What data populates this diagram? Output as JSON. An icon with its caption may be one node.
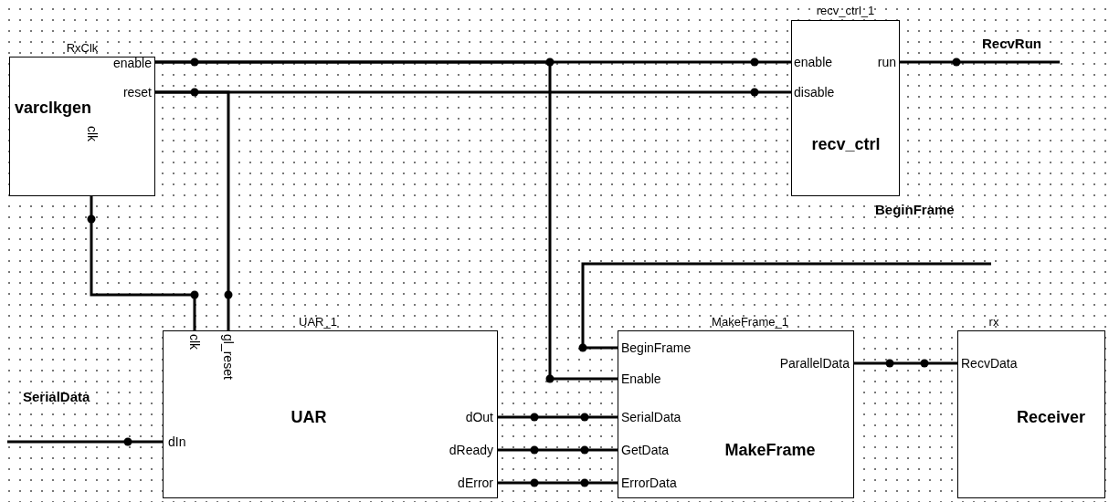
{
  "diagram": {
    "nodes": [
      {
        "text": [
          "RxClk",
          "enable",
          "reset",
          "varclkgen",
          "clk"
        ]
      },
      {
        "text": [
          "recv_ctrl_1",
          "enable",
          "disable",
          "run",
          "recv_ctrl"
        ]
      },
      {
        "text": [
          "RecvRun"
        ]
      },
      {
        "text": [
          "BeginFrame"
        ]
      },
      {
        "text": [
          "UAR_1",
          "clk",
          "gl_reset",
          "UAR",
          "dIn",
          "dOut",
          "dReady",
          "dError"
        ]
      },
      {
        "text": [
          "MakeFrame_1",
          "BeginFrame",
          "Enable",
          "SerialData",
          "GetData",
          "ErrorData",
          "ParallelData",
          "MakeFrame"
        ]
      },
      {
        "text": [
          "rx",
          "RecvData",
          "Receiver"
        ]
      },
      {
        "text": [
          "SerialData"
        ]
      }
    ],
    "edges": [
      {
        "from": 0,
        "to": 1,
        "arrow": "none"
      },
      {
        "from": 0,
        "to": 5,
        "arrow": "none"
      },
      {
        "from": 0,
        "to": 1,
        "arrow": "none"
      },
      {
        "from": 0,
        "to": 4,
        "arrow": "none"
      },
      {
        "from": 0,
        "to": 4,
        "arrow": "none"
      },
      {
        "from": 1,
        "to": 2,
        "arrow": "none"
      },
      {
        "from": 3,
        "to": 5,
        "arrow": "none"
      },
      {
        "from": 7,
        "to": 4,
        "arrow": "none"
      },
      {
        "from": 4,
        "to": 5,
        "arrow": "none"
      },
      {
        "from": 4,
        "to": 5,
        "arrow": "none"
      },
      {
        "from": 4,
        "to": 5,
        "arrow": "none"
      },
      {
        "from": 5,
        "to": 6,
        "arrow": "none"
      }
    ]
  }
}
